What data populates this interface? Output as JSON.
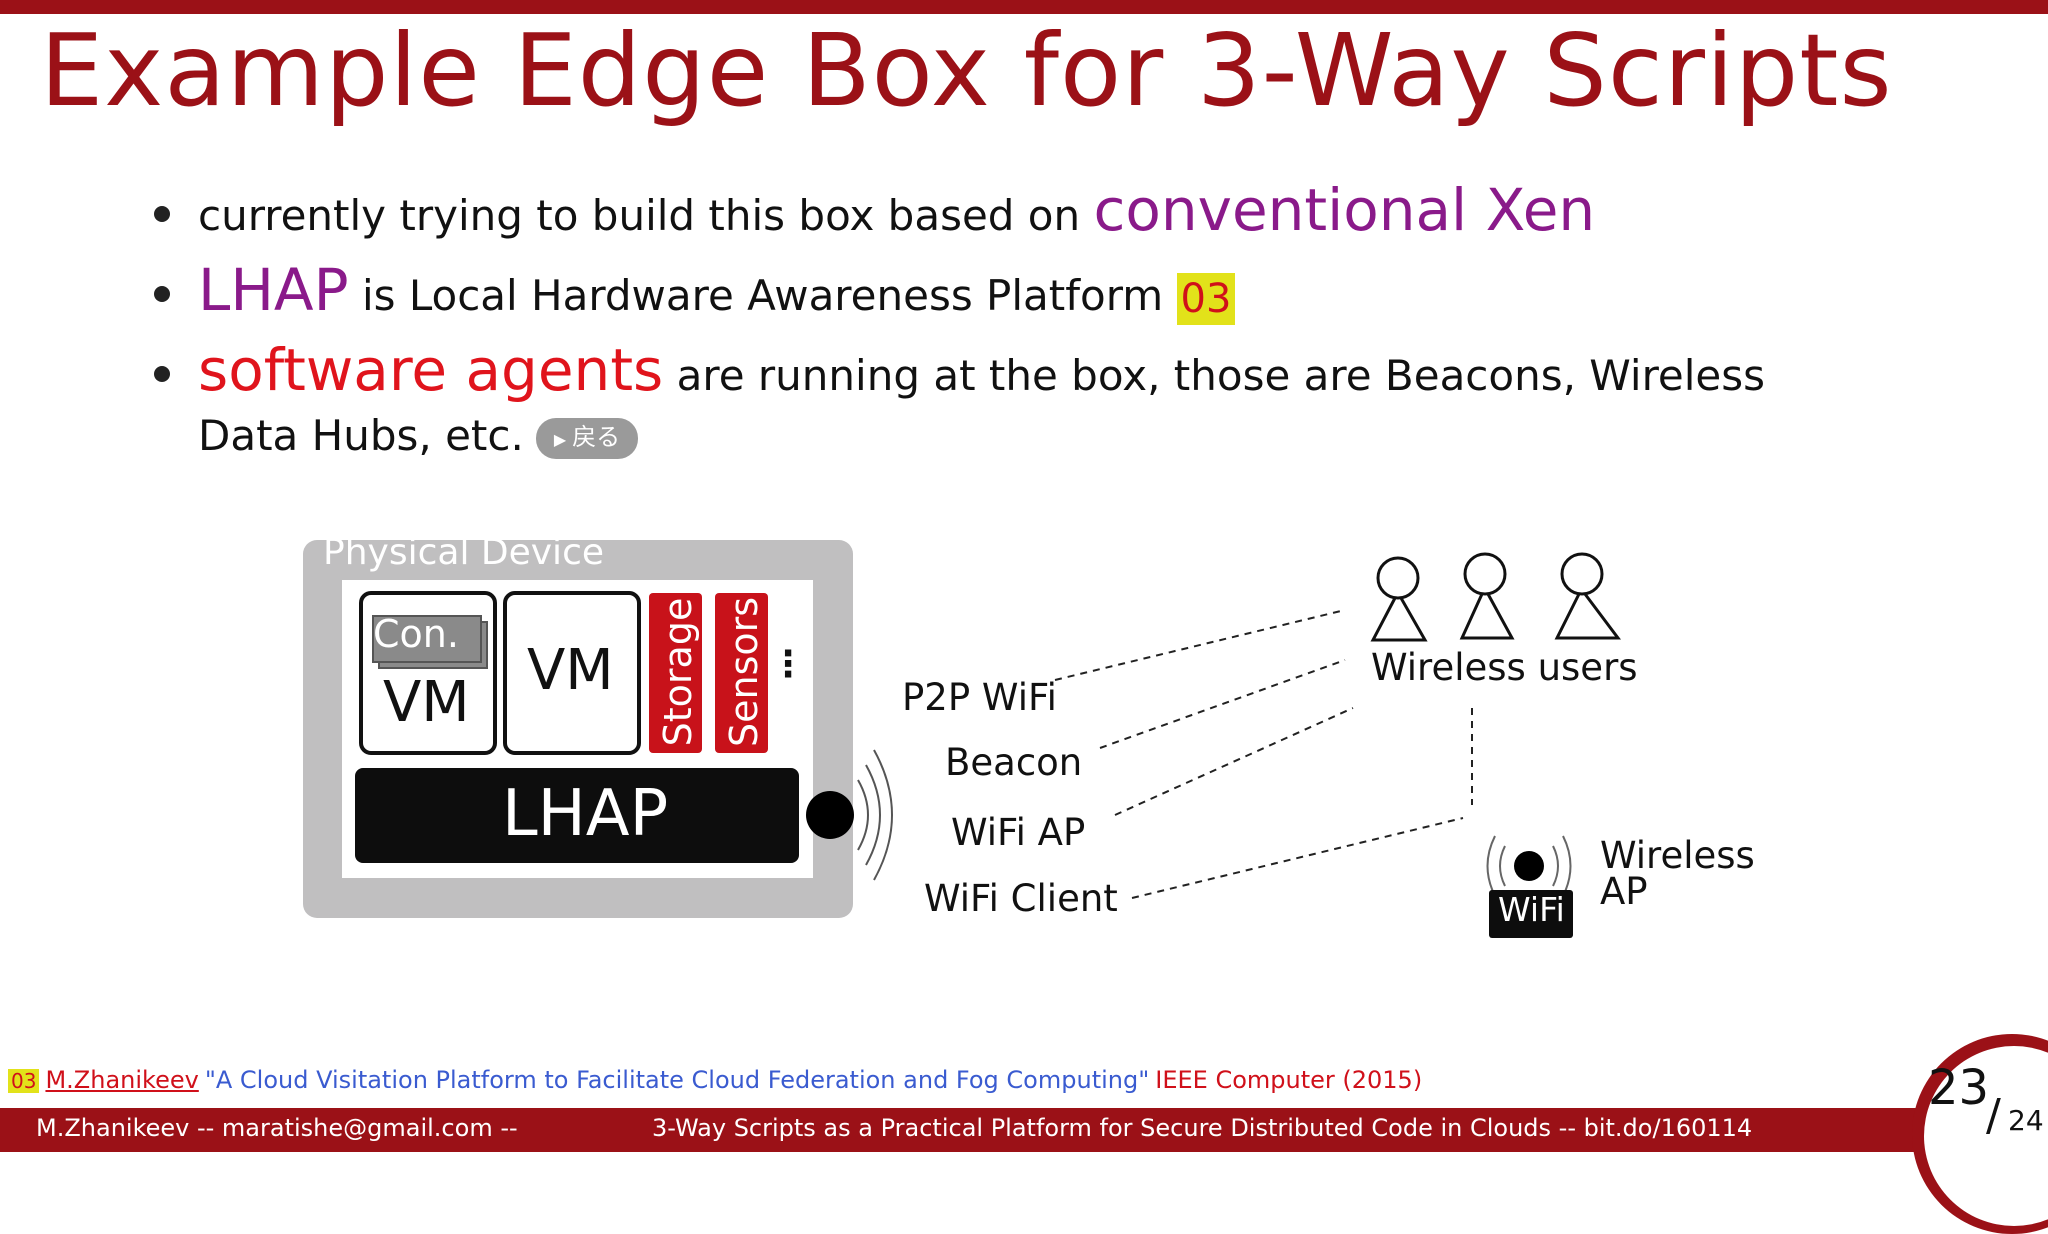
{
  "slide": {
    "title": "Example Edge Box for 3-Way Scripts",
    "bullets": [
      {
        "text": "currently trying to build this box based on ",
        "highlight": "conventional Xen"
      },
      {
        "highlight": "LHAP",
        "text": " is Local Hardware Awareness Platform ",
        "ref": "03"
      },
      {
        "highlight": "software agents",
        "text": " are running at the box, those are Beacons, Wireless Data Hubs, etc."
      }
    ],
    "back_button": "戻る"
  },
  "diagram": {
    "physical_device": "Physical Device",
    "con_label": "Con.",
    "vm1": "VM",
    "vm2": "VM",
    "storage": "Storage",
    "sensors": "Sensors",
    "dots": "⋮",
    "lhap": "LHAP",
    "links": [
      "P2P WiFi",
      "Beacon",
      "WiFi AP",
      "WiFi Client"
    ],
    "wireless_users": "Wireless users",
    "wifi": "WiFi",
    "wireless_ap_line1": "Wireless",
    "wireless_ap_line2": "AP"
  },
  "footer": {
    "ref_tag": "03",
    "ref_author": "M.Zhanikeev",
    "ref_paper": "\"A Cloud Visitation Platform to Facilitate Cloud Federation and Fog Computing\"",
    "ref_venue": "IEEE Computer (2015)",
    "left": "M.Zhanikeev -- maratishe@gmail.com --",
    "center": "3-Way Scripts as a Practical Platform for Secure Distributed Code in Clouds -- bit.do/160114",
    "page": "23",
    "total": "24"
  },
  "colors": {
    "brand": "#9b1117",
    "purple": "#8a1a8a",
    "red": "#e0141c",
    "gray": "#c0bfc0"
  }
}
